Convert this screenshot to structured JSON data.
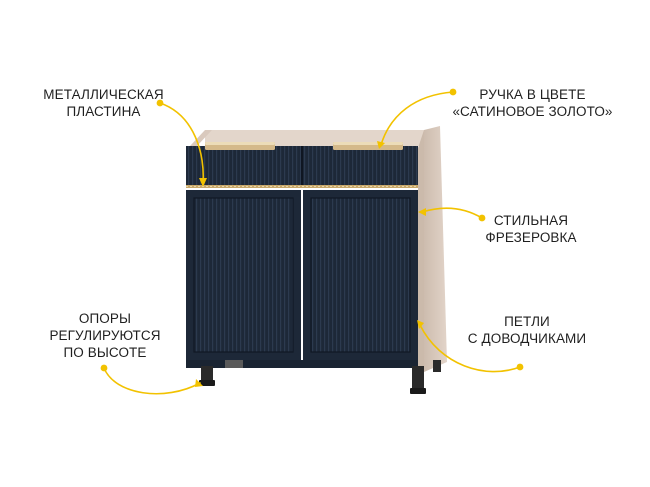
{
  "callouts": {
    "metal_plate": {
      "line1": "МЕТАЛЛИЧЕСКАЯ",
      "line2": "ПЛАСТИНА"
    },
    "handle": {
      "line1": "РУЧКА В ЦВЕТЕ",
      "line2": "«САТИНОВОЕ ЗОЛОТО»"
    },
    "milling": {
      "line1": "СТИЛЬНАЯ",
      "line2": "ФРЕЗЕРОВКА"
    },
    "legs": {
      "line1": "ОПОРЫ",
      "line2": "РЕГУЛИРУЮТСЯ",
      "line3": "ПО ВЫСОТЕ"
    },
    "hinges": {
      "line1": "ПЕТЛИ",
      "line2": "С ДОВОДЧИКАМИ"
    }
  },
  "colors": {
    "accent_yellow": "#f2c200",
    "facade_navy": "#1d2838",
    "carcass_beige": "#d9c9bd",
    "handle_gold": "#d4b98a",
    "legs_dark": "#2a2a2a"
  }
}
